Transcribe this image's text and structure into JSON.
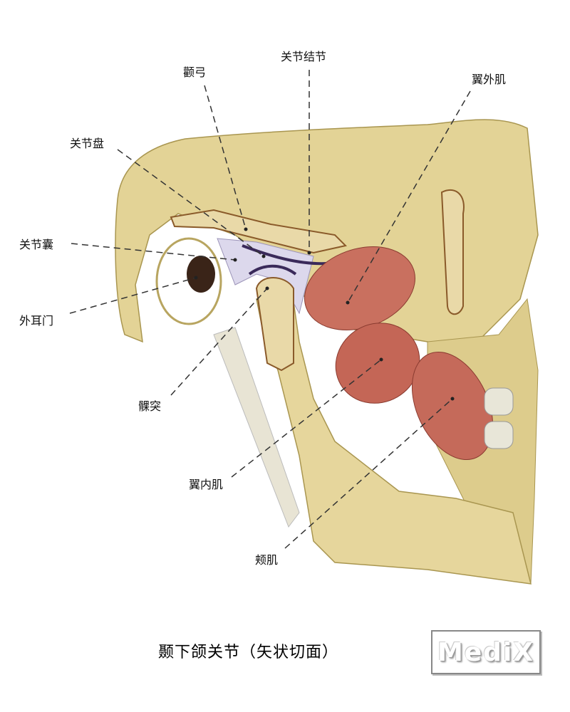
{
  "labels": {
    "zygomatic_arch": "颧弓",
    "articular_tubercle": "关节结节",
    "lateral_pterygoid": "翼外肌",
    "articular_disc": "关节盘",
    "joint_capsule": "关节囊",
    "external_acoustic_meatus": "外耳门",
    "condyle": "髁突",
    "medial_pterygoid": "翼内肌",
    "buccinator": "颊肌"
  },
  "title": "颞下颌关节（矢状切面）",
  "logo": "MediX",
  "colors": {
    "bone": "#e3d396",
    "bone_dark": "#b8a560",
    "muscle": "#c9705f",
    "disc": "#d9d6ea",
    "marrow": "#a8743a"
  }
}
